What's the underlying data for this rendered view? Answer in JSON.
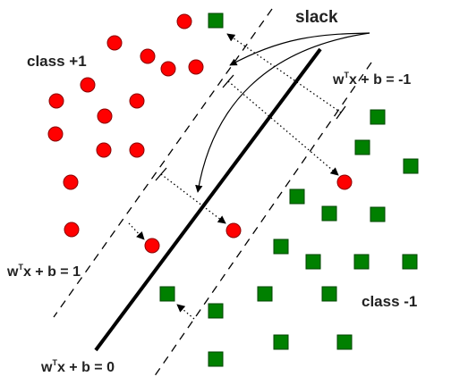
{
  "colors": {
    "positive_class": "#ff0000",
    "negative_class": "#008000",
    "hyperplane": "#000000",
    "margin": "#000000"
  },
  "labels": {
    "class_pos": "class +1",
    "class_neg": "class -1",
    "slack": "slack",
    "eq_pos": {
      "pre": "w",
      "sup": "T",
      "post": "x + b = 1"
    },
    "eq_neg": {
      "pre": "w",
      "sup": "T",
      "post": "x + b = -1"
    },
    "eq_zero": {
      "pre": "w",
      "sup": "T",
      "post": "x + b = 0"
    }
  },
  "icons": {
    "positive_point": "red-circle",
    "negative_point": "green-square"
  }
}
